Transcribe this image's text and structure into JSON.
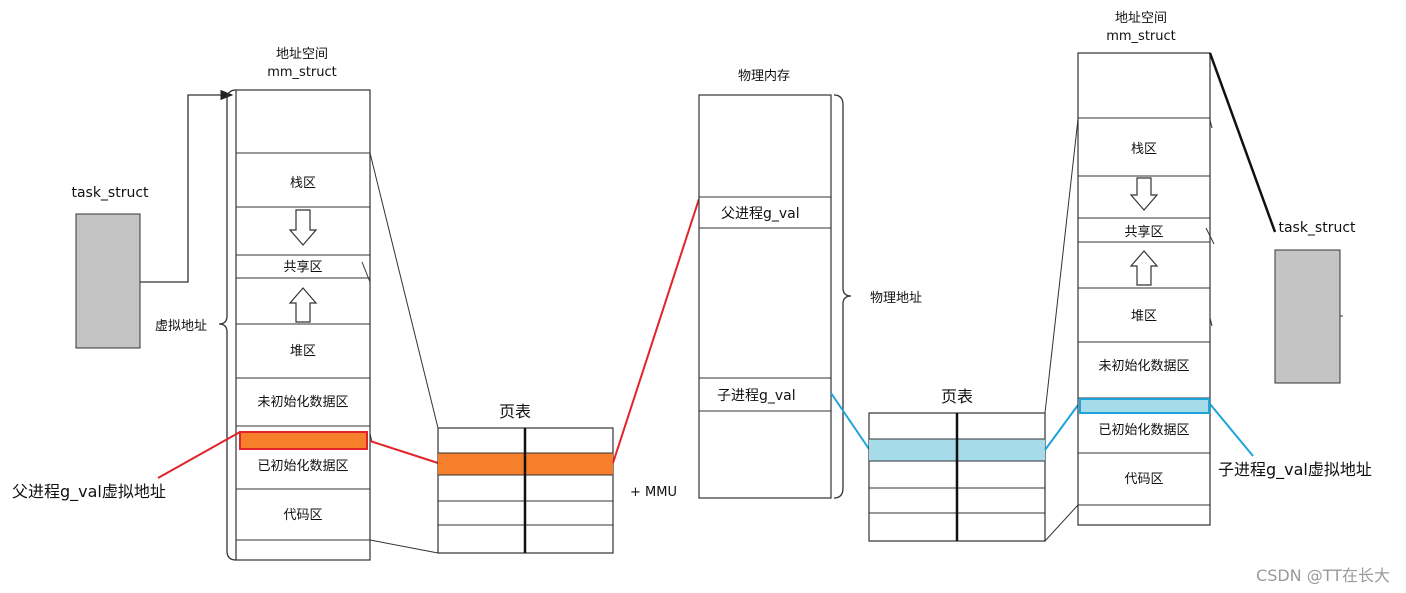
{
  "left_process": {
    "address_space_title": "地址空间",
    "mm_struct_label": "mm_struct",
    "task_struct_label": "task_struct",
    "virtual_address_label": "虚拟地址",
    "segments": {
      "stack": "栈区",
      "shared": "共享区",
      "heap": "堆区",
      "bss": "未初始化数据区",
      "data": "已初始化数据区",
      "code": "代码区"
    },
    "g_val_label": "父进程g_val虚拟地址"
  },
  "left_page_table": {
    "title": "页表",
    "mmu_label": "+ MMU"
  },
  "physical_memory": {
    "title": "物理内存",
    "physical_address_label": "物理地址",
    "parent_g_val": "父进程g_val",
    "child_g_val": "子进程g_val"
  },
  "right_page_table": {
    "title": "页表"
  },
  "right_process": {
    "address_space_title": "地址空间",
    "mm_struct_label": "mm_struct",
    "task_struct_label": "task_struct",
    "segments": {
      "stack": "栈区",
      "shared": "共享区",
      "heap": "堆区",
      "bss": "未初始化数据区",
      "data": "已初始化数据区",
      "code": "代码区"
    },
    "g_val_label": "子进程g_val虚拟地址"
  },
  "watermark": "CSDN @TT在长大",
  "colors": {
    "parent_highlight": "#f57f2a",
    "parent_arrow": "#e0242a",
    "child_highlight": "#a6dce9",
    "child_arrow": "#1ea3dc",
    "task_box": "#c4c4c4"
  }
}
